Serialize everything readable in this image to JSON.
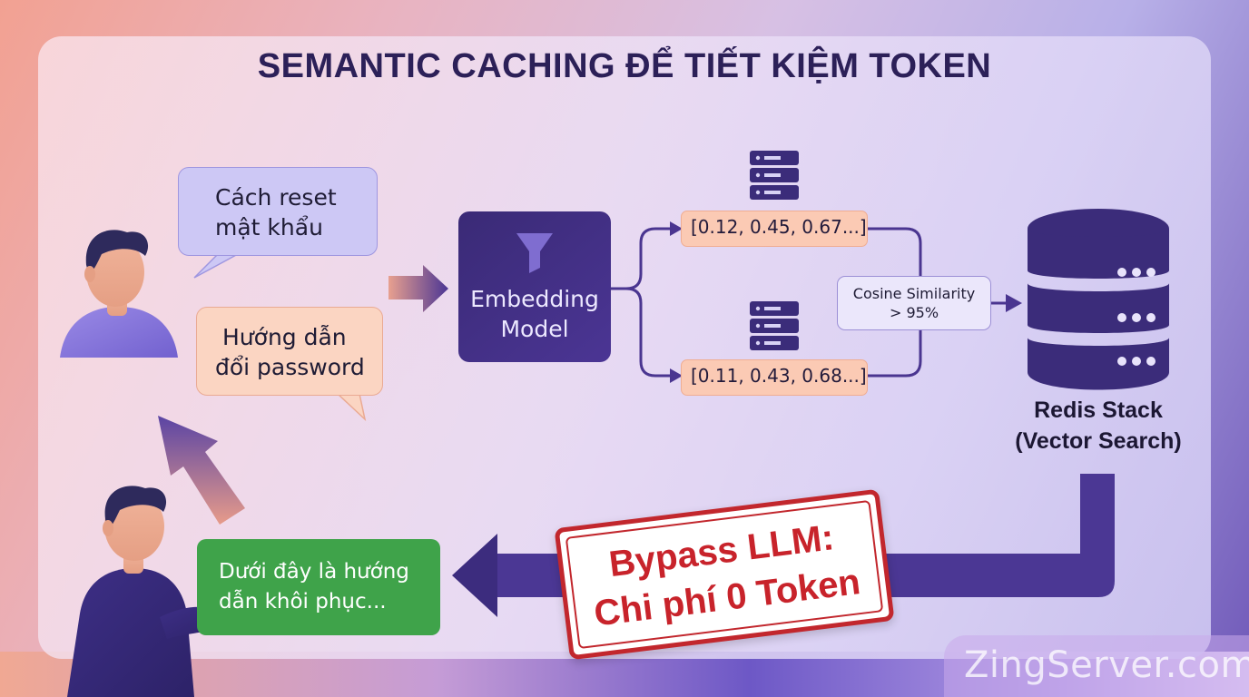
{
  "title": "SEMANTIC CACHING ĐỂ TIẾT KIỆM TOKEN",
  "user_query_1": [
    "Cách reset",
    "mật khẩu"
  ],
  "user_query_2": [
    "Hướng dẫn",
    "đổi password"
  ],
  "embedding_model": [
    "Embedding",
    "Model"
  ],
  "vector_1": "[0.12, 0.45, 0.67...]",
  "vector_2": "[0.11, 0.43, 0.68...]",
  "similarity": [
    "Cosine Similarity",
    "> 95%"
  ],
  "redis": [
    "Redis Stack",
    "(Vector Search)"
  ],
  "stamp": [
    "Bypass LLM:",
    "Chi phí 0 Token"
  ],
  "answer": [
    "Dưới đây là hướng",
    "dẫn khôi phục..."
  ],
  "watermark": "ZingServer.com",
  "colors": {
    "title": "#2c2058",
    "embed_box": "#3f2e80",
    "flow_line": "#4a3590",
    "stamp_red": "#c2272d",
    "answer_green": "#3fa34a",
    "vector_fill": "#fbcab4"
  },
  "icons": [
    "user-icon",
    "funnel-icon",
    "server-icon",
    "database-icon",
    "arrow-icon"
  ]
}
